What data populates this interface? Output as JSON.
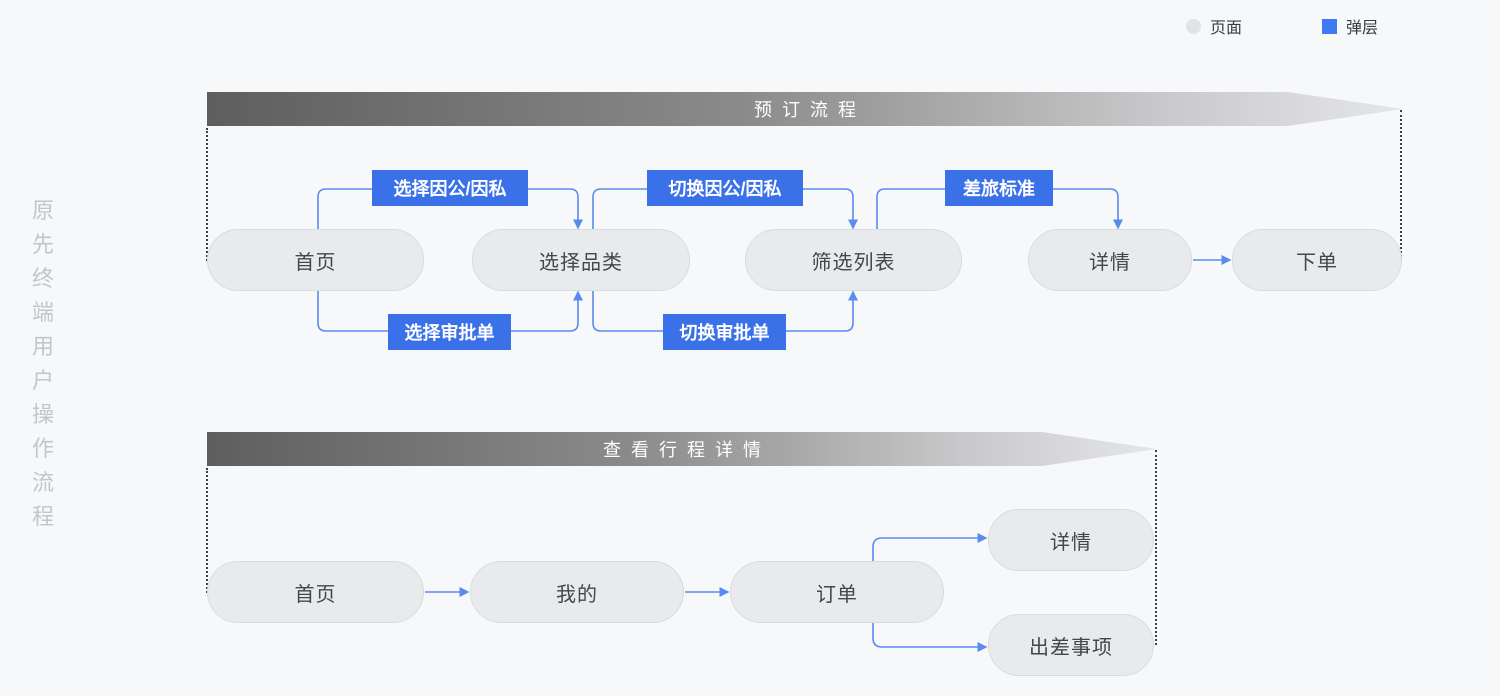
{
  "legend": {
    "page": {
      "label": "页面",
      "swatch_color": "#e2e3e6"
    },
    "popup": {
      "label": "弹层",
      "swatch_color": "#3e7bf2"
    }
  },
  "side_caption": "原先终端用户操作流程",
  "flows": [
    {
      "title": "预订流程",
      "nodes": [
        "首页",
        "选择品类",
        "筛选列表",
        "详情",
        "下单"
      ],
      "action_labels": [
        "选择因公/因私",
        "切换因公/因私",
        "差旅标准",
        "选择审批单",
        "切换审批单"
      ]
    },
    {
      "title": "查看行程详情",
      "nodes": [
        "首页",
        "我的",
        "订单",
        "详情",
        "出差事项"
      ]
    }
  ],
  "colors": {
    "background": "#f7f8fa",
    "accent_blue": "#3a70e8",
    "connector_blue": "#5a8bf0",
    "node_fill": "#e9eaeb",
    "banner_dark": "#5e5e5e",
    "banner_light": "#e5e6e8"
  }
}
